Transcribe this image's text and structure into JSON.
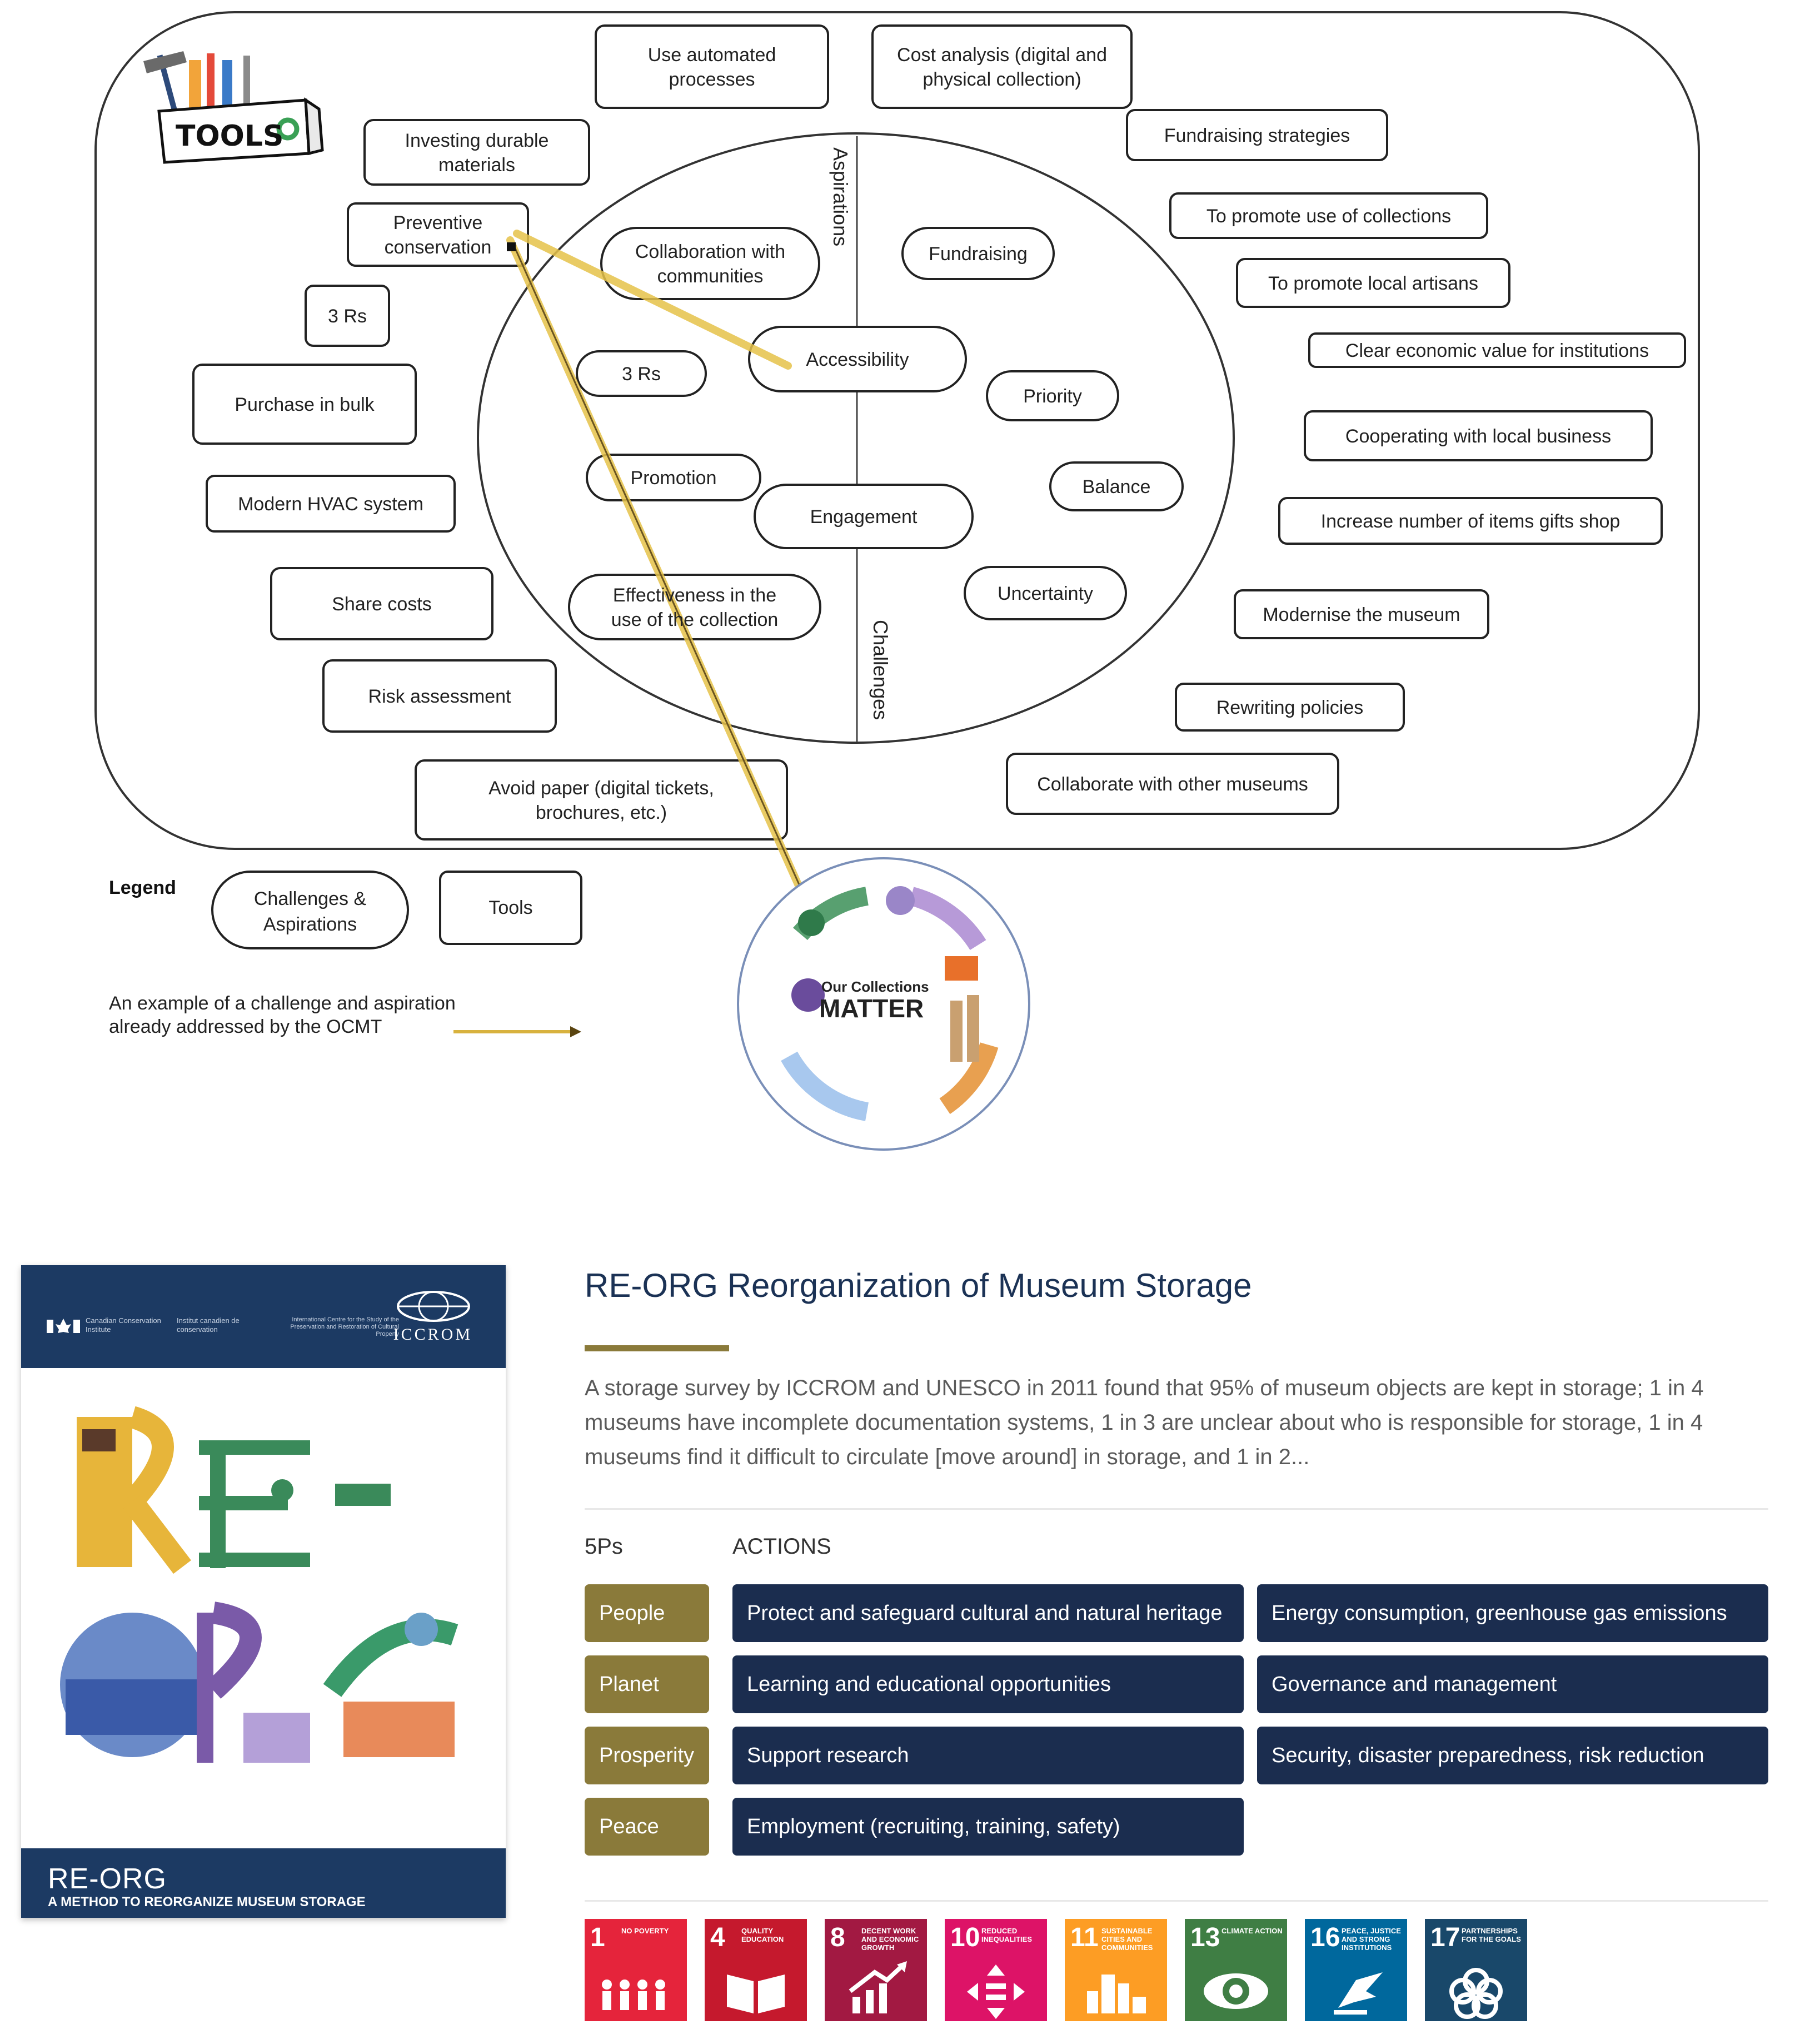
{
  "diagram": {
    "tools_icon_label": "TOOLS",
    "axis_top": "Aspirations",
    "axis_bottom": "Challenges",
    "outer_boxes": [
      "Use automated processes",
      "Cost analysis (digital and physical collection)",
      "Fundraising strategies",
      "To promote use of collections",
      "To promote local artisans",
      "Clear economic value for institutions",
      "Cooperating with local business",
      "Increase number of items gifts shop",
      "Modernise the museum",
      "Rewriting policies",
      "Collaborate with other museums",
      "Investing durable materials",
      "Preventive conservation",
      "3 Rs",
      "Purchase in bulk",
      "Modern HVAC system",
      "Share costs",
      "Risk assessment",
      "Avoid paper (digital tickets, brochures, etc.)"
    ],
    "inner_ovals": [
      "Collaboration with communities",
      "Fundraising",
      "3 Rs",
      "Accessibility",
      "Priority",
      "Promotion",
      "Balance",
      "Engagement",
      "Effectiveness in the use of the collection",
      "Uncertainty"
    ],
    "legend": {
      "title": "Legend",
      "oval_label": "Challenges & Aspirations",
      "box_label": "Tools",
      "arrow_label": "An example of a challenge and aspiration already addressed by the OCMT"
    },
    "logo": {
      "line1": "Our Collections",
      "line2": "MATTER"
    },
    "arrow_color": "#e6c24a"
  },
  "reorg": {
    "cover": {
      "org_left_en": "Canadian Conservation Institute",
      "org_left_fr": "Institut canadien de conservation",
      "org_right": "International Centre for the Study of the Preservation and Restoration of Cultural Property",
      "iccrom": "ICCROM",
      "title": "RE-ORG",
      "subtitle": "A METHOD TO REORGANIZE MUSEUM STORAGE"
    },
    "title": "RE-ORG Reorganization of Museum Storage",
    "description": "A storage survey by ICCROM and UNESCO in 2011 found that 95% of museum objects are kept in storage; 1 in 4 museums have incomplete documentation systems, 1 in 3 are unclear about who is responsible for storage, 1 in 4 museums find it difficult to circulate [move around] in storage, and 1 in 2...",
    "col_5ps": "5Ps",
    "col_actions": "ACTIONS",
    "rows": [
      {
        "p": "People",
        "a1": "Protect and safeguard cultural and natural heritage",
        "a2": "Energy consumption, greenhouse gas emissions"
      },
      {
        "p": "Planet",
        "a1": "Learning and educational opportunities",
        "a2": "Governance and management"
      },
      {
        "p": "Prosperity",
        "a1": "Support research",
        "a2": "Security, disaster preparedness, risk reduction"
      },
      {
        "p": "Peace",
        "a1": "Employment (recruiting, training, safety)",
        "a2": ""
      }
    ],
    "sdgs": [
      {
        "num": "1",
        "label": "NO POVERTY",
        "color": "#e5243b",
        "icon": "people-icon"
      },
      {
        "num": "4",
        "label": "QUALITY EDUCATION",
        "color": "#c5192d",
        "icon": "book-icon"
      },
      {
        "num": "8",
        "label": "DECENT WORK AND ECONOMIC GROWTH",
        "color": "#a21942",
        "icon": "growth-chart-icon"
      },
      {
        "num": "10",
        "label": "REDUCED INEQUALITIES",
        "color": "#dd1367",
        "icon": "equality-icon"
      },
      {
        "num": "11",
        "label": "SUSTAINABLE CITIES AND COMMUNITIES",
        "color": "#fd9d24",
        "icon": "city-icon"
      },
      {
        "num": "13",
        "label": "CLIMATE ACTION",
        "color": "#3f7e44",
        "icon": "eye-globe-icon"
      },
      {
        "num": "16",
        "label": "PEACE, JUSTICE AND STRONG INSTITUTIONS",
        "color": "#00689d",
        "icon": "dove-icon"
      },
      {
        "num": "17",
        "label": "PARTNERSHIPS FOR THE GOALS",
        "color": "#19486a",
        "icon": "rings-icon"
      }
    ]
  }
}
